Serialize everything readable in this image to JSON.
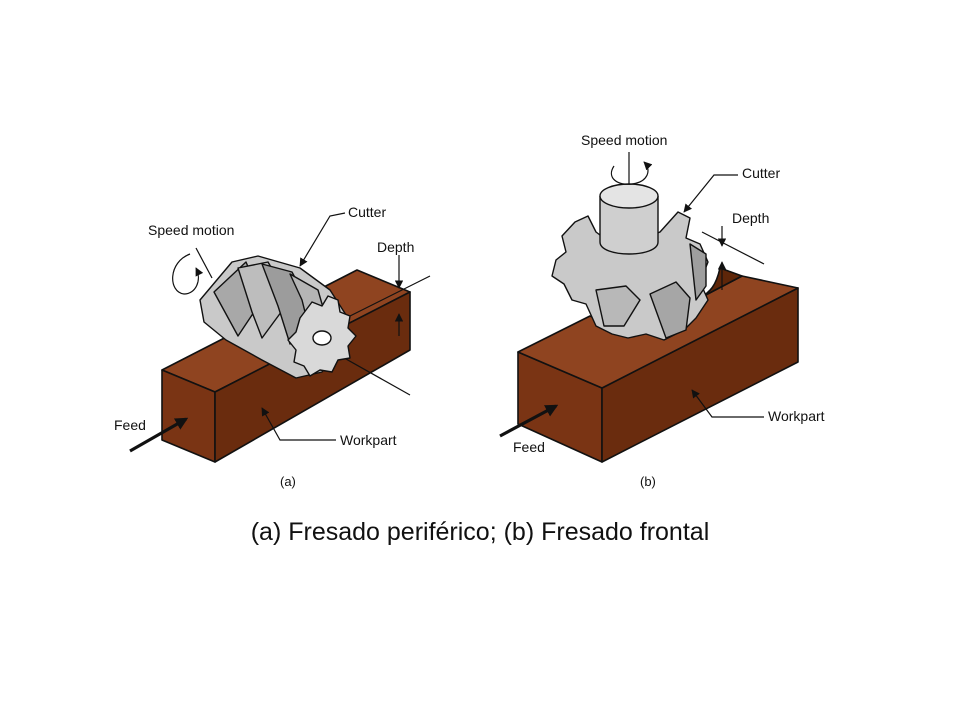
{
  "figure_a": {
    "speed_motion": "Speed motion",
    "cutter": "Cutter",
    "depth": "Depth",
    "feed": "Feed",
    "workpart": "Workpart",
    "sublabel": "(a)"
  },
  "figure_b": {
    "speed_motion": "Speed motion",
    "cutter": "Cutter",
    "depth": "Depth",
    "feed": "Feed",
    "workpart": "Workpart",
    "sublabel": "(b)"
  },
  "caption": "(a) Fresado periférico; (b) Fresado frontal",
  "colors": {
    "workpart_front": "#7a3414",
    "workpart_top": "#8f4420",
    "workpart_side": "#5e2609",
    "cutter_fill": "#c9c9c9",
    "cutter_shadow": "#9c9c9c",
    "outline": "#111111"
  }
}
